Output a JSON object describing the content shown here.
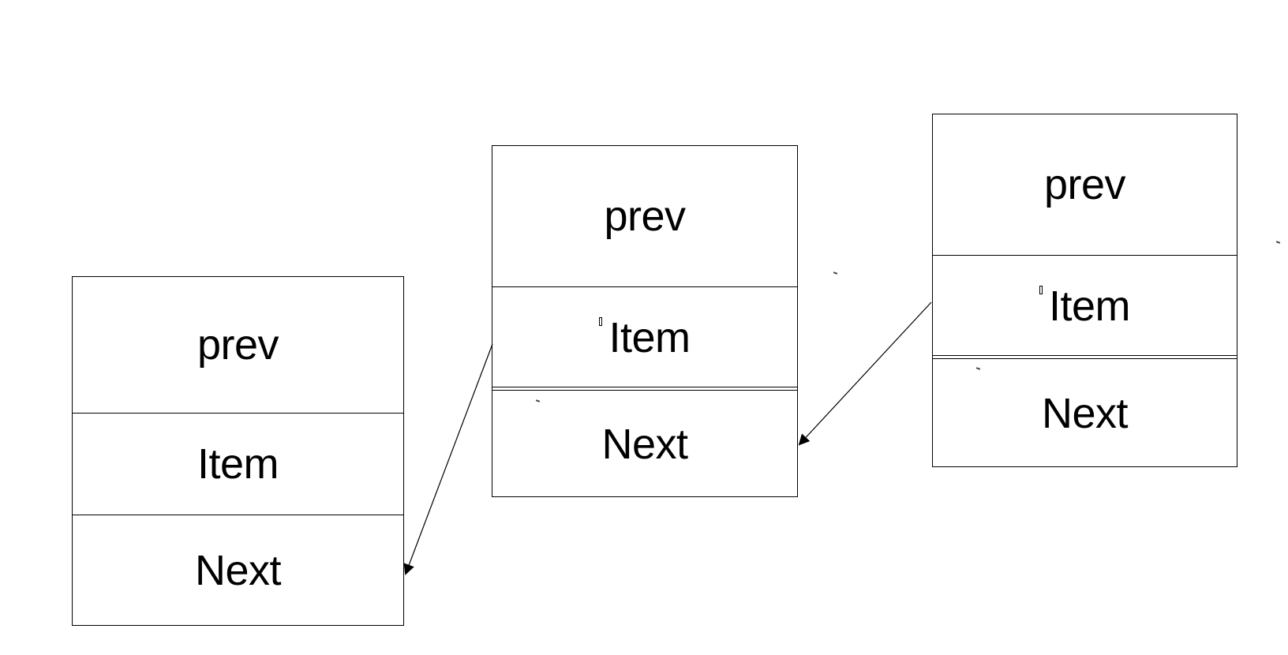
{
  "nodes": [
    {
      "prev": "prev",
      "item": "Item",
      "next": "Next"
    },
    {
      "prev": "prev",
      "item": "Item",
      "next": "Next"
    },
    {
      "prev": "prev",
      "item": "Item",
      "next": "Next"
    }
  ]
}
